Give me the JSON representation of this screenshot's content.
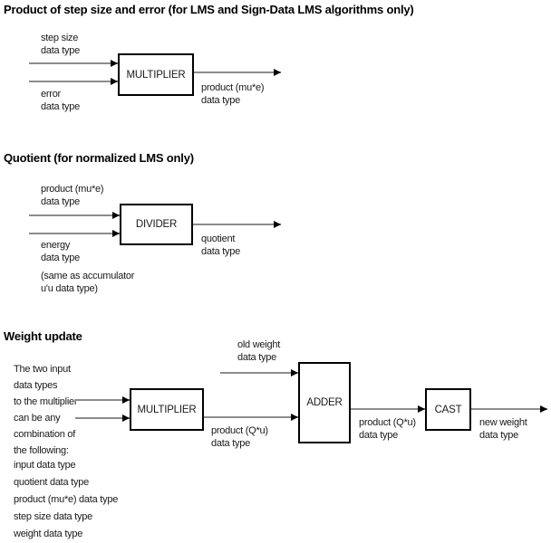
{
  "colors": {
    "text": "#1a1a1a",
    "box_border": "#000000",
    "arrow_line": "#8c8c8c",
    "arrow_head": "#000000",
    "background": "#ffffff"
  },
  "product_section": {
    "heading": "Product of step size and error (for LMS and Sign-Data LMS algorithms only)",
    "input_top_label": "step size\ndata type",
    "input_bottom_label": "error\ndata type",
    "block_label": "MULTIPLIER",
    "output_label": "product (mu*e)\ndata type"
  },
  "quotient_section": {
    "heading": "Quotient (for normalized LMS only)",
    "input_top_label": "product (mu*e)\ndata type",
    "input_bottom_label": "energy\ndata type",
    "input_bottom_note": "(same as accumulator\nu'u data type)",
    "block_label": "DIVIDER",
    "output_label": "quotient\ndata type"
  },
  "weight_section": {
    "heading": "Weight update",
    "multiplier_inputs_note": "The two input\ndata types\nto the multiplier\ncan be any\ncombination of\nthe following:",
    "combination_options": [
      "input data type",
      "quotient data type",
      "product (mu*e) data type",
      "step size data type",
      "weight data type"
    ],
    "multiplier_block_label": "MULTIPLIER",
    "multiplier_output_label": "product (Q*u)\ndata type",
    "old_weight_input_label": "old weight\ndata type",
    "adder_block_label": "ADDER",
    "adder_output_label": "product (Q*u)\ndata type",
    "cast_block_label": "CAST",
    "new_weight_output_label": "new weight\ndata type"
  }
}
